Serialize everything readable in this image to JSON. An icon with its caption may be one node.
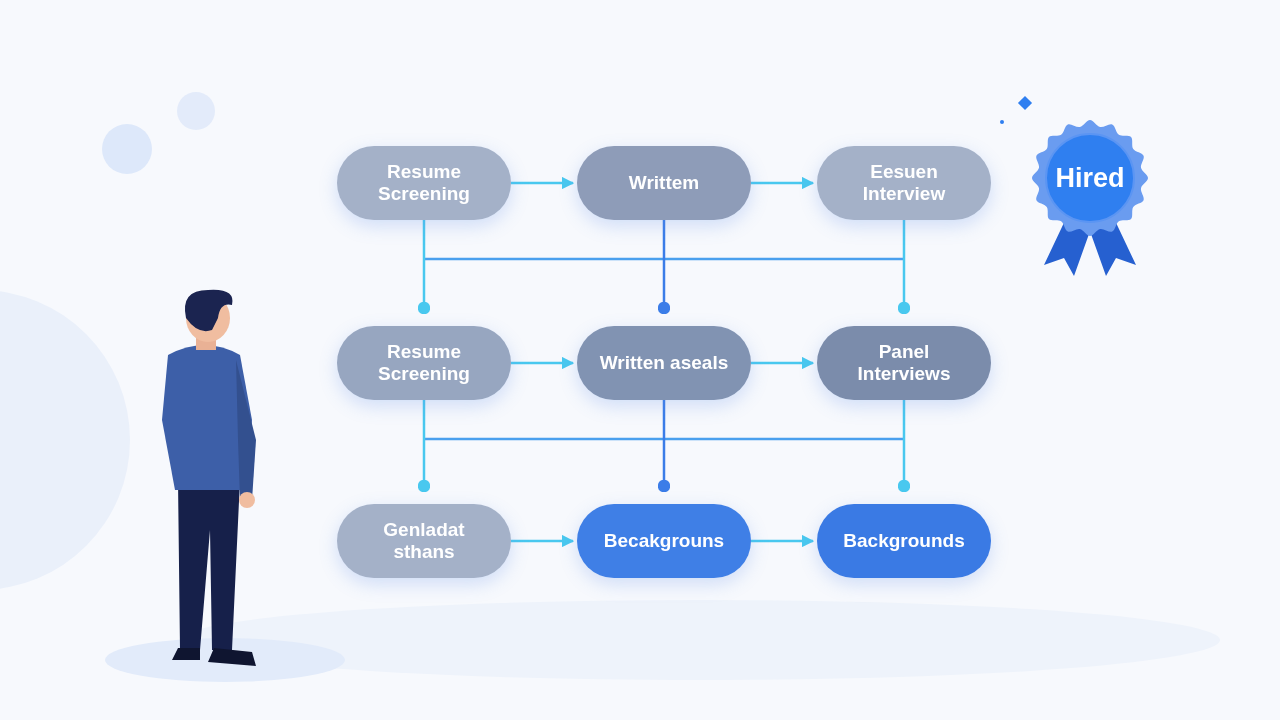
{
  "diagram": {
    "nodes": [
      {
        "text": [
          "Resume Screening"
        ]
      },
      {
        "text": [
          "Writtem"
        ]
      },
      {
        "text": [
          "Eesuen Interview"
        ]
      },
      {
        "text": [
          "Resume Screening"
        ]
      },
      {
        "text": [
          "Written aseals"
        ]
      },
      {
        "text": [
          "Panel Interviews"
        ]
      },
      {
        "text": [
          "Genladat sthans"
        ]
      },
      {
        "text": [
          "Becakgrouns"
        ]
      },
      {
        "text": [
          "Backgrounds"
        ]
      },
      {
        "text": [
          "Hired"
        ]
      }
    ],
    "edges": [
      {
        "from": 0,
        "to": 1,
        "arrow": "to"
      },
      {
        "from": 1,
        "to": 2,
        "arrow": "to"
      },
      {
        "from": 3,
        "to": 4,
        "arrow": "to"
      },
      {
        "from": 4,
        "to": 5,
        "arrow": "to"
      },
      {
        "from": 6,
        "to": 7,
        "arrow": "to"
      },
      {
        "from": 7,
        "to": 8,
        "arrow": "to"
      },
      {
        "from": 0,
        "to": 3,
        "arrow": "other"
      },
      {
        "from": 1,
        "to": 4,
        "arrow": "other",
        "color": "#3b7de8"
      },
      {
        "from": 2,
        "to": 5,
        "arrow": "other"
      },
      {
        "from": 3,
        "to": 6,
        "arrow": "other"
      },
      {
        "from": 4,
        "to": 7,
        "arrow": "other",
        "color": "#3b7de8"
      },
      {
        "from": 5,
        "to": 8,
        "arrow": "other"
      }
    ]
  }
}
